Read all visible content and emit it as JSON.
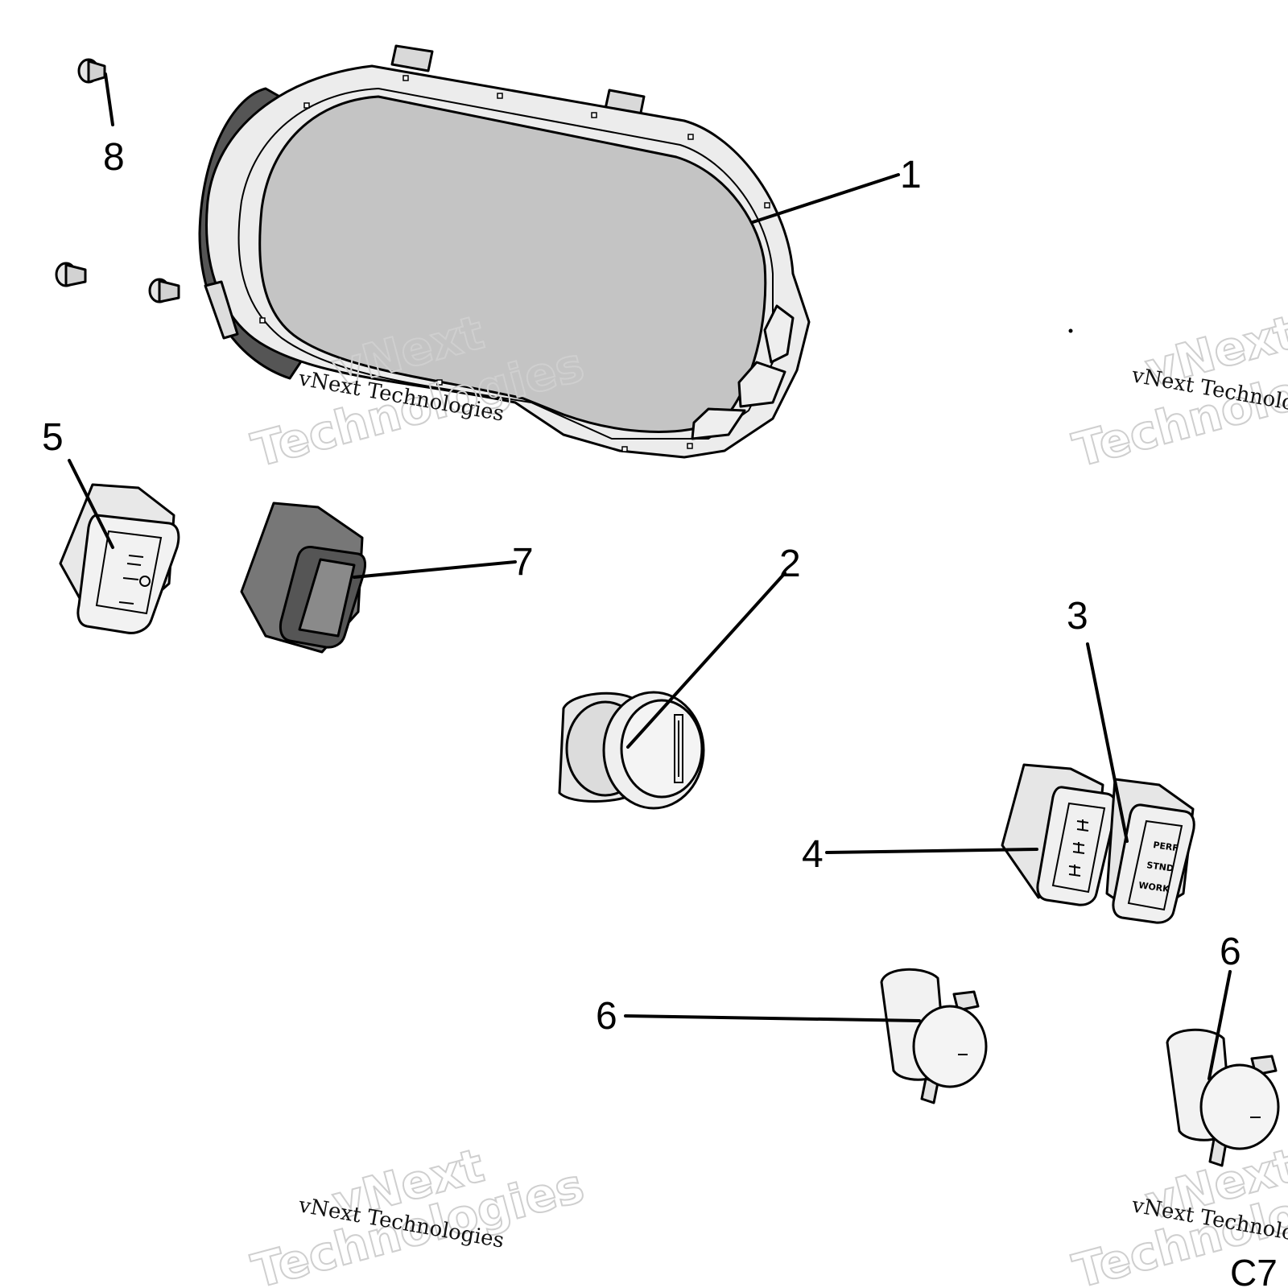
{
  "watermark": {
    "line1": "vNext",
    "line2": "Technologies",
    "caption": "vNext Technologies"
  },
  "callouts": {
    "c1": "1",
    "c2": "2",
    "c3": "3",
    "c4": "4",
    "c5": "5",
    "c6a": "6",
    "c6b": "6",
    "c7": "7",
    "c8": "8"
  },
  "mode_switch": {
    "line1": "PERF",
    "line2": "STND",
    "line3": "WORK"
  },
  "corner_code": "C7"
}
